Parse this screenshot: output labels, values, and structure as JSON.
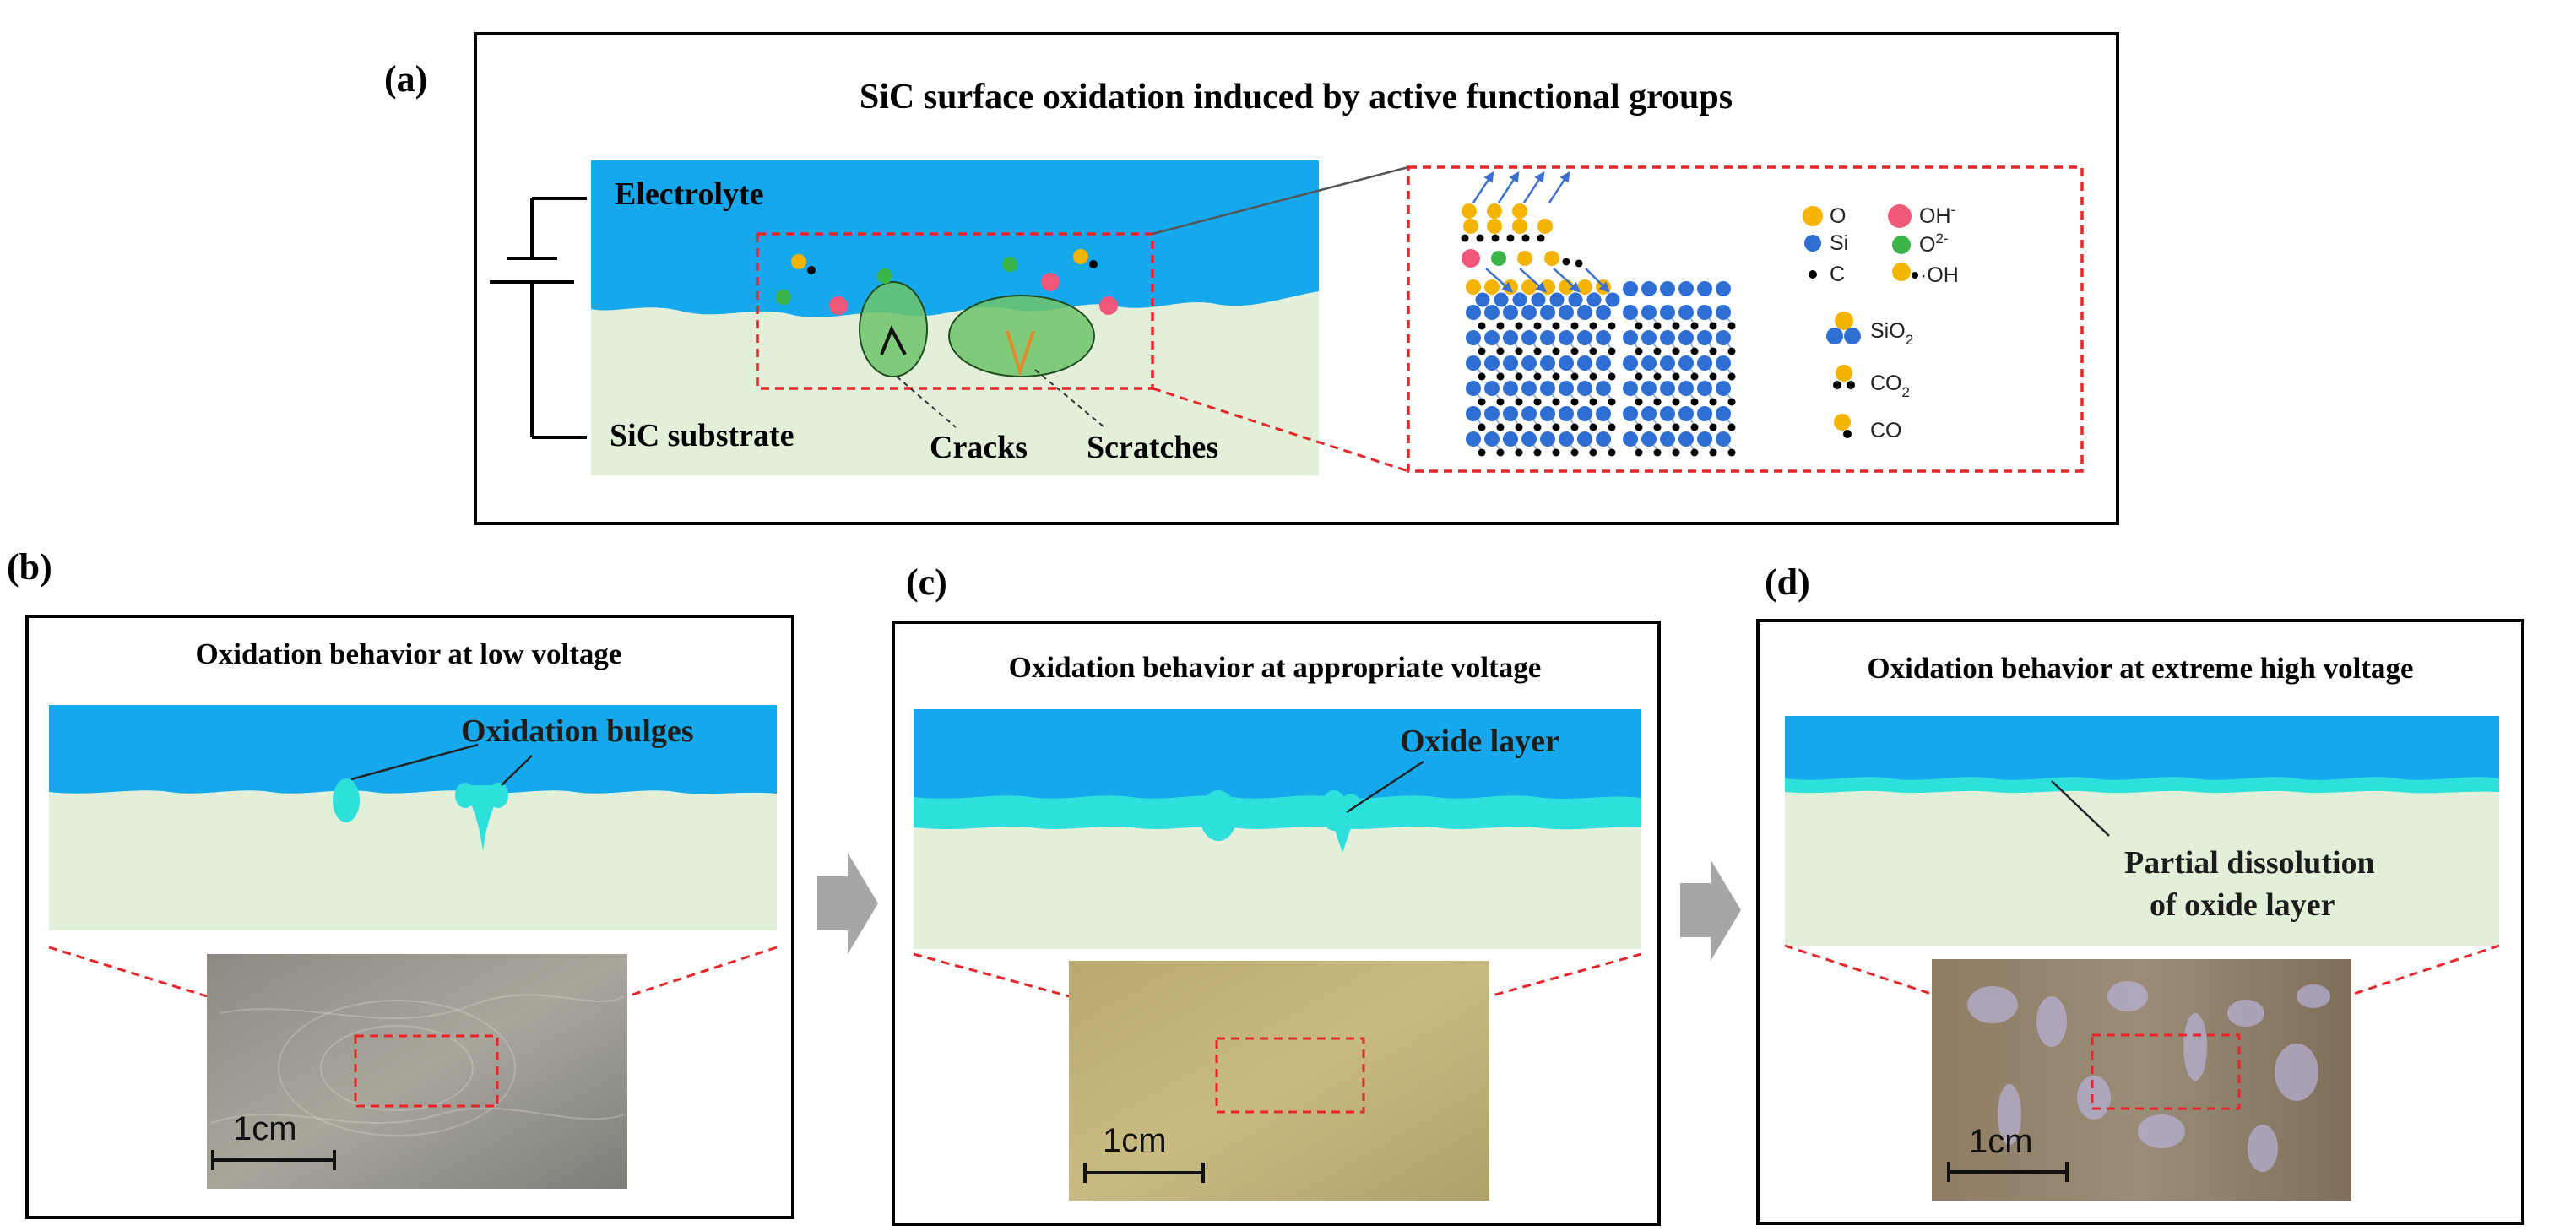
{
  "panel_a": {
    "label": "(a)",
    "title": "SiC surface oxidation induced by active functional groups",
    "electrolyte_label": "Electrolyte",
    "substrate_label": "SiC substrate",
    "cracks_label": "Cracks",
    "scratches_label": "Scratches"
  },
  "legend": {
    "o": "O",
    "oh": "OH",
    "oh_sup": "-",
    "si": "Si",
    "o2": "O",
    "o2_sup": "2-",
    "c": "C",
    "oh_bond": "·OH",
    "sio2": "SiO",
    "sio2_sub": "2",
    "co2": "CO",
    "co2_sub": "2",
    "co": "CO"
  },
  "panel_b": {
    "label": "(b)",
    "title": "Oxidation behavior at low voltage",
    "annotation": "Oxidation bulges",
    "scale": "1cm"
  },
  "panel_c": {
    "label": "(c)",
    "title": "Oxidation behavior at appropriate voltage",
    "annotation": "Oxide layer",
    "scale": "1cm"
  },
  "panel_d": {
    "label": "(d)",
    "title": "Oxidation behavior at extreme high voltage",
    "annotation_line1": "Partial dissolution",
    "annotation_line2": "of  oxide layer",
    "scale": "1cm"
  },
  "colors": {
    "electrolyte": "#16a8ec",
    "substrate": "#e2f0da",
    "oxide": "#2ee0dc",
    "oxygen": "#f4b400",
    "hydroxide": "#f2577a",
    "silicon": "#2f6fd4",
    "o2_ion": "#3cb54a",
    "carbon": "#000000",
    "dashed": "#e8262a",
    "ellipse": "#6fc46a"
  }
}
